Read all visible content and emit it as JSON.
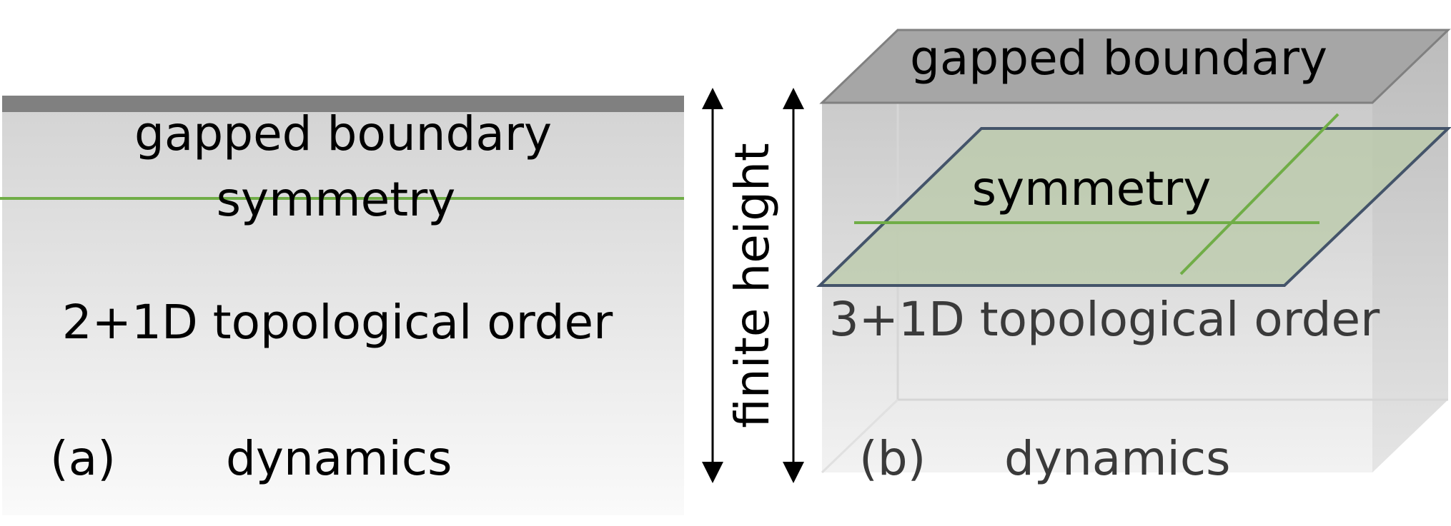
{
  "panel_a": {
    "boundary_label": "gapped boundary",
    "symmetry_label": "symmetry",
    "bulk_label": "2+1D topological order",
    "panel_tag": "(a)",
    "bottom_label": "dynamics"
  },
  "height_label": "finite height",
  "panel_b": {
    "boundary_label": "gapped boundary",
    "symmetry_label": "symmetry",
    "bulk_label": "3+1D topological order",
    "panel_tag": "(b)",
    "bottom_label": "dynamics"
  },
  "colors": {
    "boundary_bar": "#808080",
    "symmetry_line": "#70ad47",
    "plane_edge": "#44546a",
    "plane_fill": "#b9c9a8",
    "text": "#000000",
    "text_b": "#3a3a3a"
  }
}
